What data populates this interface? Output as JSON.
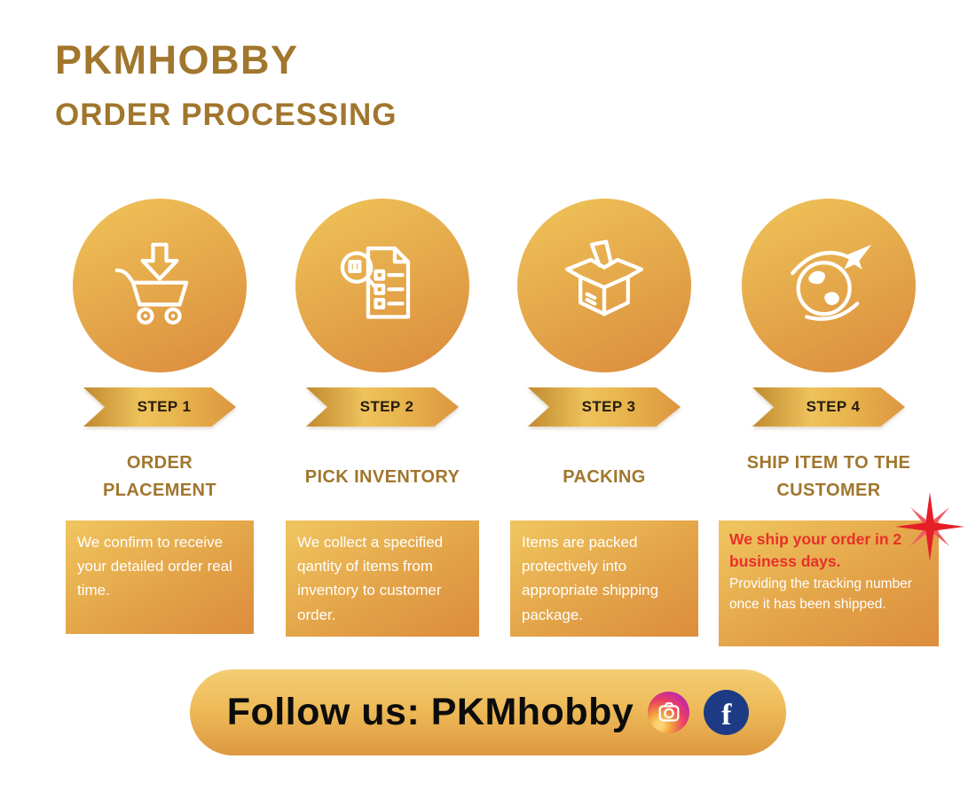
{
  "header": {
    "brand": "PKMHOBBY",
    "title": "ORDER PROCESSING"
  },
  "steps": [
    {
      "ribbon": "STEP 1",
      "heading": "ORDER PLACEMENT",
      "description": "We confirm to receive your detailed order real time.",
      "icon": "cart-download-icon"
    },
    {
      "ribbon": "STEP 2",
      "heading": "PICK INVENTORY",
      "description": "We collect a specified qantity of items from inventory to customer order.",
      "icon": "pick-list-icon"
    },
    {
      "ribbon": "STEP 3",
      "heading": "PACKING",
      "description": "Items are packed protectively into appropriate shipping package.",
      "icon": "packing-box-icon"
    },
    {
      "ribbon": "STEP 4",
      "heading": "SHIP ITEM TO THE CUSTOMER",
      "description_highlight": "We ship your order in 2 business days.",
      "description": "Providing the tracking number once it has been shipped.",
      "icon": "globe-plane-icon"
    }
  ],
  "footer": {
    "follow_label": "Follow us: PKMhobby",
    "facebook_glyph": "f",
    "icons": [
      "instagram-icon",
      "facebook-icon"
    ]
  },
  "colors": {
    "brand_gold": "#a1762d",
    "gradient_light": "#eec158",
    "gradient_dark": "#dd8f3e",
    "highlight_red": "#e8302a",
    "facebook_blue": "#1d3b85",
    "ribbon_text": "#241c10"
  }
}
